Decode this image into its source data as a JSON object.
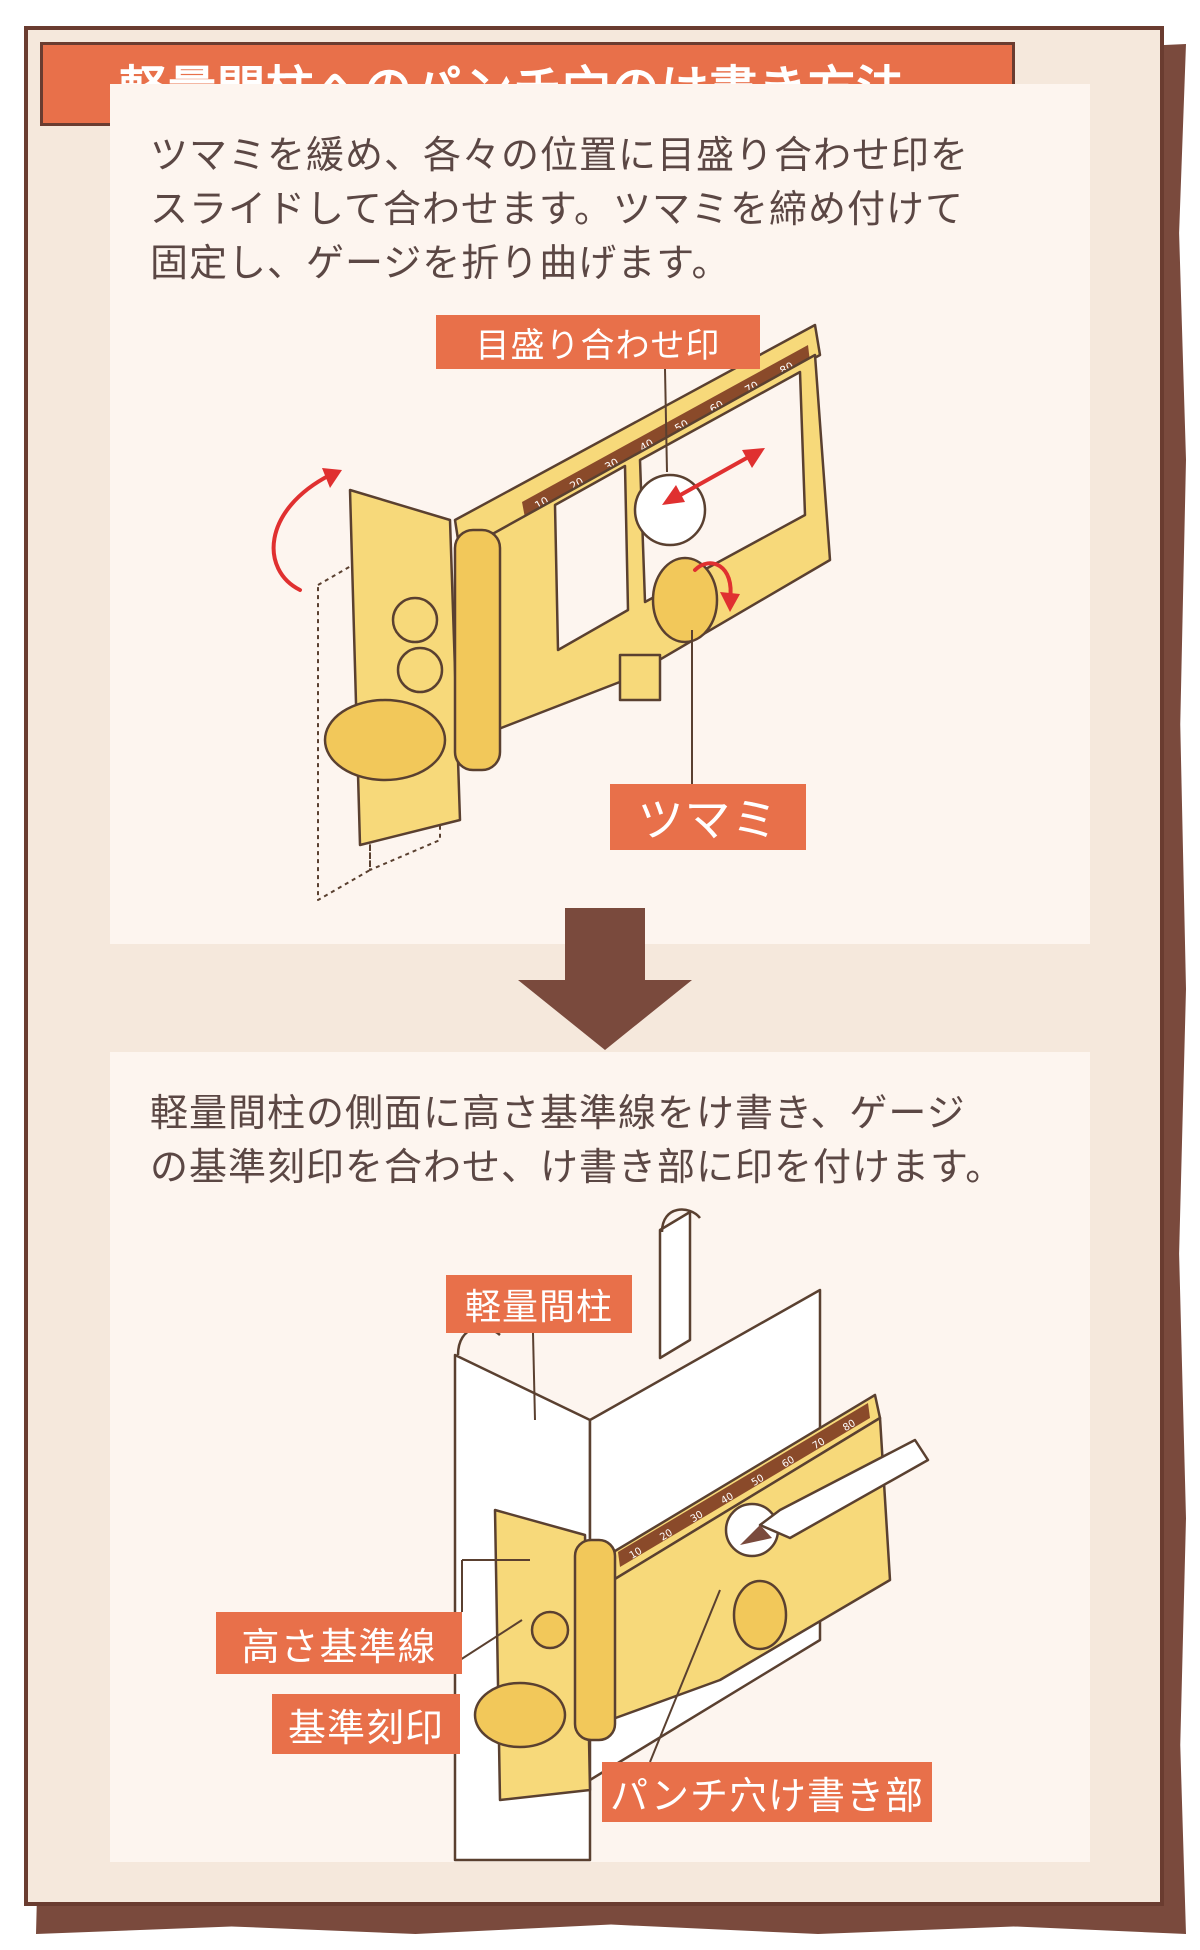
{
  "title": "軽量間柱へのパンチ穴のけ書き方法",
  "step1": {
    "instruction": "ツマミを緩め、各々の位置に目盛り合わせ印を\nスライドして合わせます。ツマミを締め付けて\n固定し、ゲージを折り曲げます。",
    "labels": {
      "scale_mark": "目盛り合わせ印",
      "knob": "ツマミ"
    },
    "scale_ticks": [
      "10",
      "20",
      "30",
      "40",
      "50",
      "60",
      "70",
      "80"
    ]
  },
  "step2": {
    "instruction": "軽量間柱の側面に高さ基準線をけ書き、ゲージ\nの基準刻印を合わせ、け書き部に印を付けます。",
    "labels": {
      "stud": "軽量間柱",
      "height_line": "高さ基準線",
      "reference_mark": "基準刻印",
      "punch_scribe": "パンチ穴け書き部"
    },
    "scale_ticks": [
      "10",
      "20",
      "30",
      "40",
      "50",
      "60",
      "70",
      "80"
    ]
  },
  "colors": {
    "accent": "#e8704a",
    "frame": "#6a3c30",
    "panel": "#fdf5ef",
    "background": "#f5e8dc",
    "gauge": "#f7d97a",
    "arrow_red": "#e03030",
    "flow_arrow": "#7a4a3d"
  }
}
